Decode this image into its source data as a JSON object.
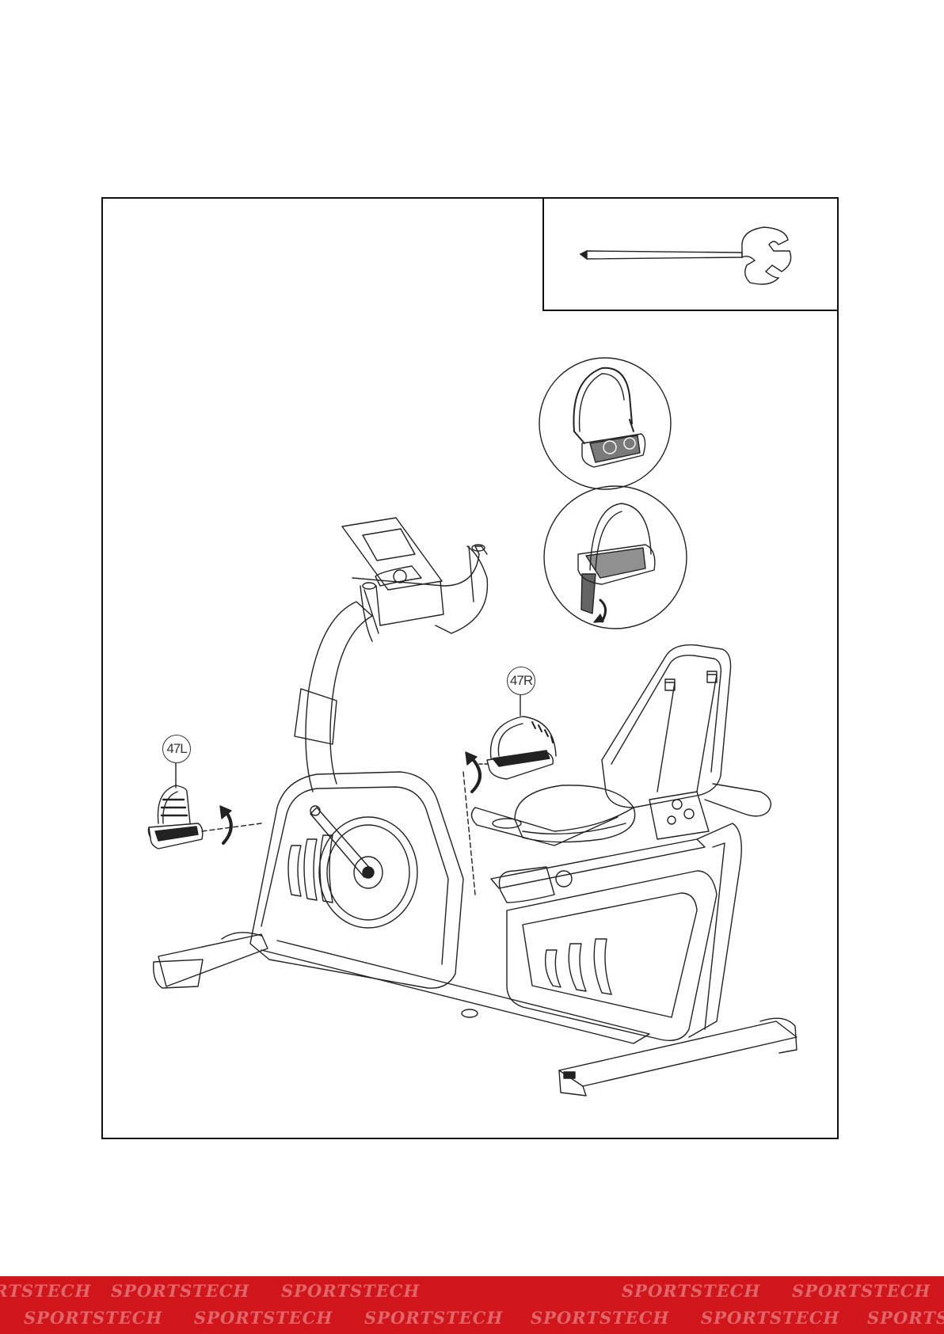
{
  "labels": {
    "left_pedal": "47L",
    "right_pedal": "47R"
  },
  "footer": {
    "brand": "SPORTSTECH",
    "color": "#d0151b"
  },
  "icons": [
    "pedal-wrench-icon",
    "rotation-arrow-icon",
    "pedal-strap-icon"
  ]
}
